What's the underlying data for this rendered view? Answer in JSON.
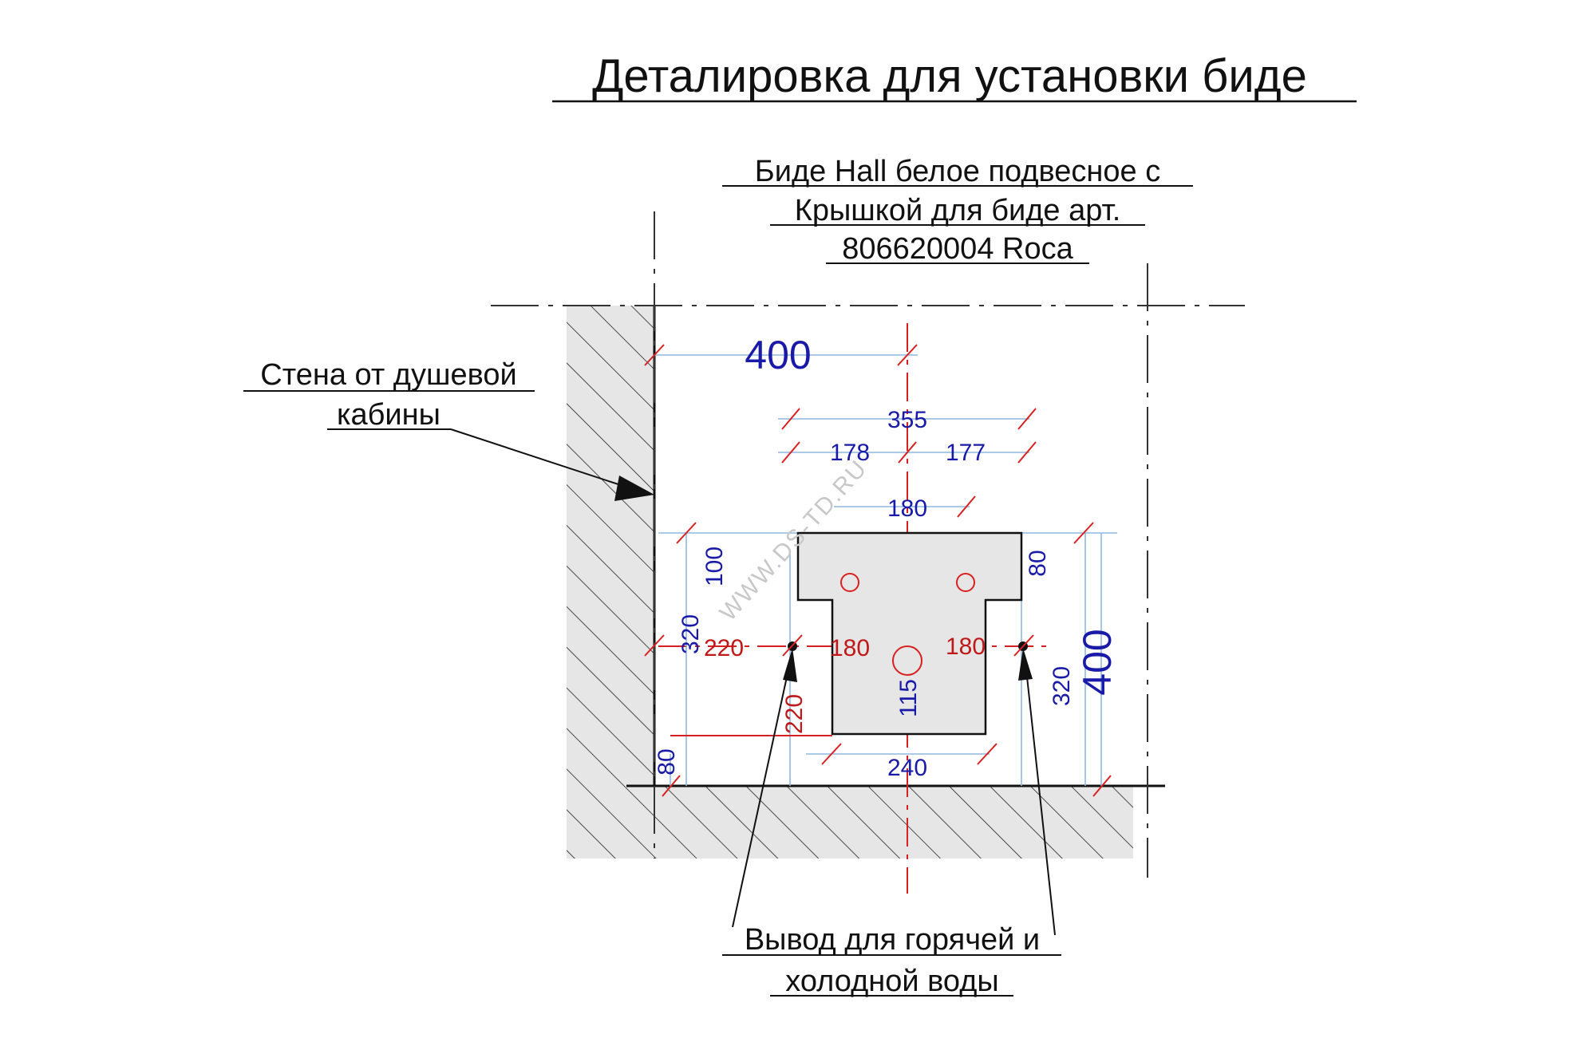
{
  "title": "Деталировка для установки биде",
  "product": {
    "line1": "Биде Hall белое подвесное с",
    "line2": "Крышкой для биде арт.",
    "line3": "806620004 Roca"
  },
  "wall_note": {
    "line1": "Стена от душевой",
    "line2": "кабины"
  },
  "outlet_note": {
    "line1": "Вывод для горячей и",
    "line2": "холодной воды"
  },
  "watermark": "WWW.DS-TD.RU",
  "dimensions": {
    "top_width": "400",
    "side_height": "400",
    "mount_span": "355",
    "mount_left": "178",
    "mount_right": "177",
    "upper_width": "180",
    "upper_height_left": "100",
    "upper_height_right": "80",
    "left_height": "320",
    "right_height": "320",
    "bottom_offset_left": "80",
    "base_width": "240",
    "drain_height": "115",
    "outlet_height": "220"
  },
  "water_dims": {
    "wall_to_outlet": "220",
    "outlet_to_center_left": "180",
    "center_to_outlet_right": "180"
  },
  "colors": {
    "dimension_blue": "#1a1aa8",
    "dimension_red": "#c01818",
    "extension_line": "#8fb8e0",
    "center_line": "#d82020",
    "wall_fill": "#e6e6e6",
    "outline": "#111111"
  }
}
